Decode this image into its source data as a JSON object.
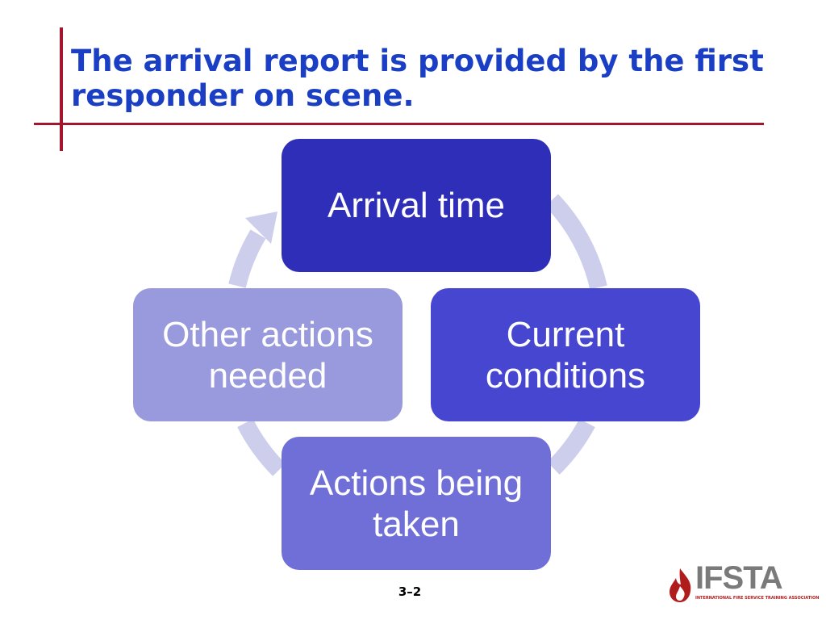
{
  "slide": {
    "title": "The arrival report is provided by the first responder on scene.",
    "number": "3–2"
  },
  "diagram": {
    "type": "cycle",
    "nodes": [
      {
        "id": "arrival",
        "label": "Arrival time",
        "color": "#2e2eb8"
      },
      {
        "id": "current",
        "label": "Current\nconditions",
        "color": "#4646d0"
      },
      {
        "id": "actions",
        "label": "Actions being\ntaken",
        "color": "#6f6fd7"
      },
      {
        "id": "other",
        "label": "Other actions\nneeded",
        "color": "#9999dd"
      }
    ],
    "ring_color": "#cdcdec"
  },
  "logo": {
    "wordmark": "IFSTA",
    "tagline": "INTERNATIONAL FIRE SERVICE TRAINING ASSOCIATION",
    "brand_color": "#b01c1c"
  },
  "colors": {
    "title": "#1a3fc4",
    "rule": "#a3162e"
  }
}
